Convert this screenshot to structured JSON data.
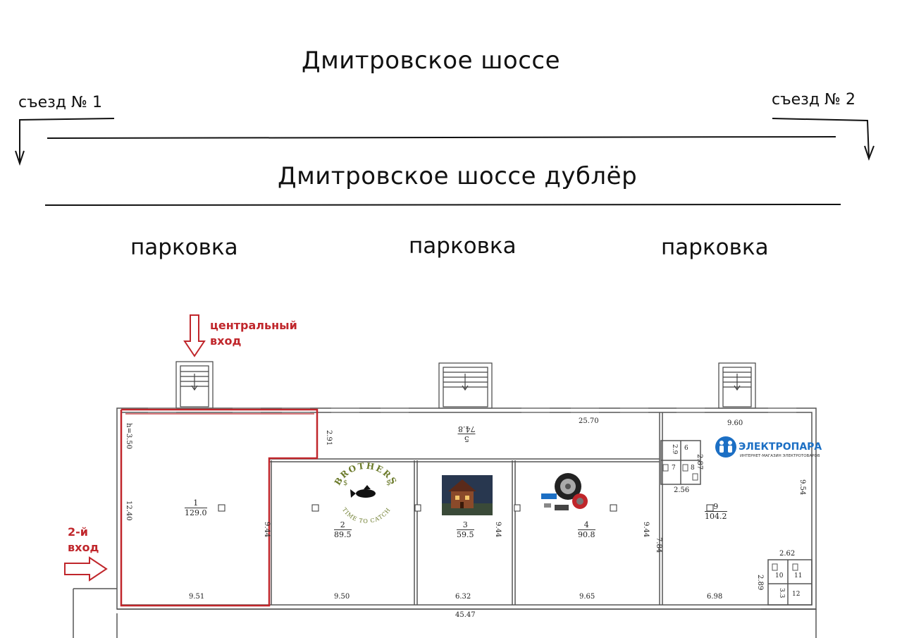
{
  "roads": {
    "main": "Дмитровское шоссе",
    "doubler": "Дмитровское шоссе дублёр",
    "exit1": "съезд № 1",
    "exit2": "съезд № 2"
  },
  "parking": [
    "парковка",
    "парковка",
    "парковка"
  ],
  "entrances": {
    "central_line1": "центральный",
    "central_line2": "вход",
    "second_line1": "2-й",
    "second_line2": "вход"
  },
  "rooms": [
    {
      "num": "1",
      "area": "129.0"
    },
    {
      "num": "2",
      "area": "89.5"
    },
    {
      "num": "3",
      "area": "59.5"
    },
    {
      "num": "4",
      "area": "90.8"
    },
    {
      "num": "5",
      "area": "74.8"
    },
    {
      "num": "9",
      "area": "104.2"
    }
  ],
  "dimensions": {
    "h_ceiling": "h=3.50",
    "d_12_40": "12.40",
    "d_9_51": "9.51",
    "d_2_91": "2.91",
    "d_9_44_a": "9.44",
    "d_9_50": "9.50",
    "d_9_44_b": "9.44",
    "d_6_32": "6.32",
    "d_9_44_c": "9.44",
    "d_9_65": "9.65",
    "d_25_70": "25.70",
    "d_9_60": "9.60",
    "d_2_87": "2.87",
    "d_2_56": "2.56",
    "d_9_54": "9.54",
    "d_7_84": "7.84",
    "d_6_98": "6.98",
    "d_2_62": "2.62",
    "d_2_89": "2.89",
    "d_45_47": "45.47",
    "small_6": "6",
    "small_2_9": "2.9",
    "small_7": "7",
    "small_8": "8",
    "small_10": "10",
    "small_11": "11",
    "small_3_3": "3.3",
    "small_12": "12"
  },
  "tenants": {
    "brothers_top": "BROTHERS",
    "brothers_bottom": "TIME TO CATCH",
    "electropara_name": "ЭЛЕКТРОПАРА",
    "electropara_tagline": "ИНТЕРНЕТ-МАГАЗИН ЭЛЕКТРОТОВАРОВ"
  },
  "colors": {
    "highlight": "#c0262b",
    "wall": "#555555",
    "brand_blue": "#1c6fc4",
    "brand_green": "#6b7a2a"
  }
}
